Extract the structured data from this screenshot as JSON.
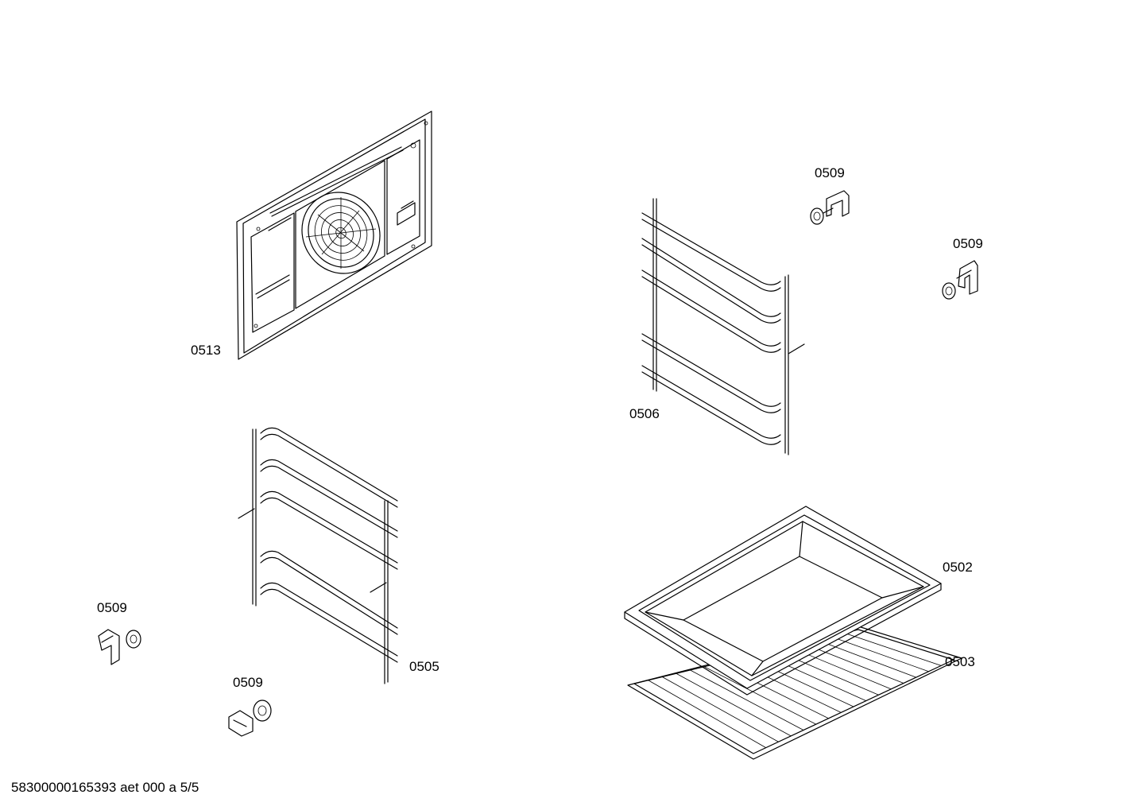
{
  "labels": {
    "back_panel": "0513",
    "rail_right": "0506",
    "rail_left": "0505",
    "clip_top_1": "0509",
    "clip_top_2": "0509",
    "clip_bottom_1": "0509",
    "clip_bottom_2": "0509",
    "baking_tray": "0502",
    "wire_rack": "0503"
  },
  "footer": "58300000165393 aet 000 a 5/5"
}
